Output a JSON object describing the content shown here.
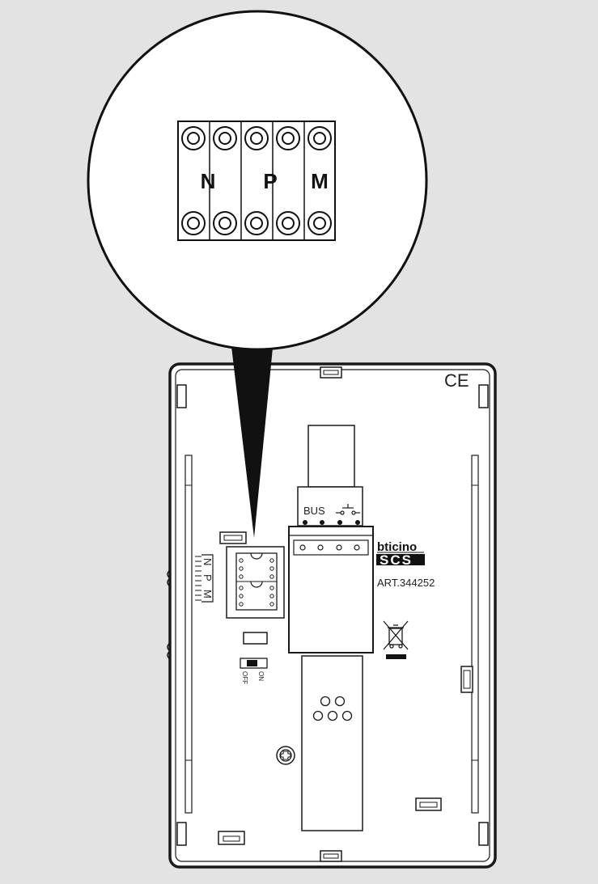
{
  "zoom": {
    "terminal_labels": [
      "N",
      "P",
      "M"
    ]
  },
  "device": {
    "ce_mark": "CE",
    "bus_label": "BUS",
    "brand": "bticino",
    "brand_product": "SCS",
    "article": "ART.344252",
    "small_terminal_labels": [
      "N",
      "P",
      "M"
    ],
    "switch_off_label": "OFF",
    "switch_on_label": "ON"
  },
  "colors": {
    "background": "#e3e3e3",
    "line": "#1a1a1a",
    "device_fill": "#ffffff"
  }
}
